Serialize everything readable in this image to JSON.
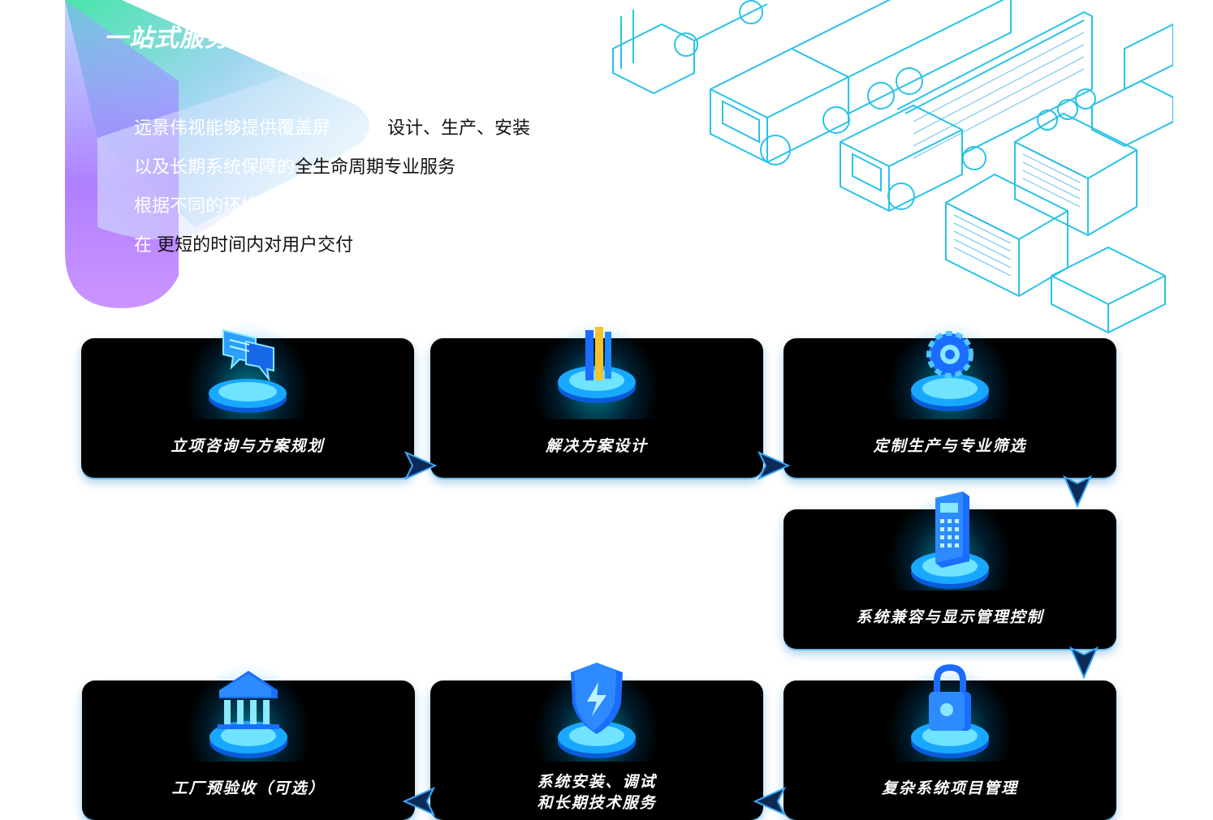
{
  "hero": {
    "title": "一站式服务",
    "lines": [
      {
        "plain": "远景伟视能够提供覆盖屏",
        "highlight": "设计、生产、安装"
      },
      {
        "plain": "以及长期系统保障的",
        "highlight": "全生命周期专业服务"
      },
      {
        "plain": "根据不同的环境和实际",
        "highlight": ""
      },
      {
        "plain": "在",
        "highlight": "更短的时间内对用户交付"
      }
    ]
  },
  "steps": [
    {
      "label": "立项咨询与方案规划",
      "icon": "chat-bubbles-icon"
    },
    {
      "label": "解决方案设计",
      "icon": "pencil-ruler-icon"
    },
    {
      "label": "定制生产与专业筛选",
      "icon": "gear-icon"
    },
    {
      "label": "系统兼容与显示管理控制",
      "icon": "remote-control-icon"
    },
    {
      "label": "复杂系统项目管理",
      "icon": "padlock-icon"
    },
    {
      "label": "系统安装、调试",
      "label2": "和长期技术服务",
      "icon": "shield-bolt-icon"
    },
    {
      "label": "工厂预验收（可选）",
      "icon": "factory-building-icon"
    }
  ],
  "colors": {
    "card_bg": "#000000",
    "accent_cyan": "#00d8ff",
    "accent_blue": "#1a6dff",
    "text_dark": "#111111",
    "line_art": "#29c3e8"
  }
}
